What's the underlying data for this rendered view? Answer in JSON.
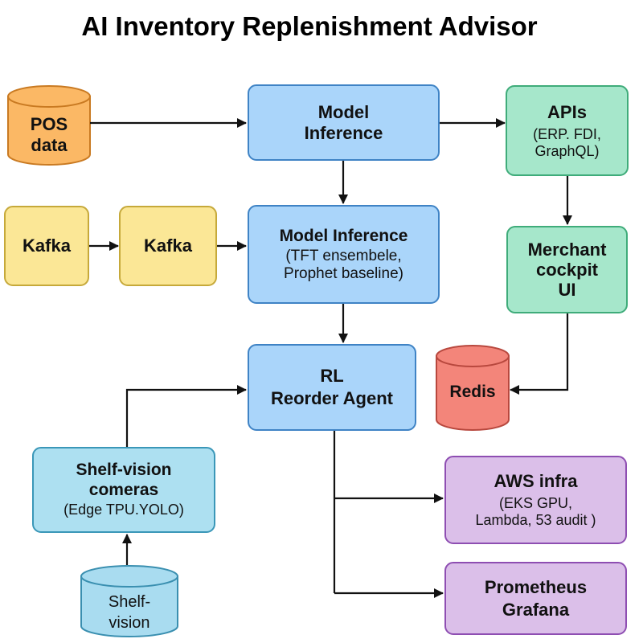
{
  "title": "AI Inventory Replenishment Advisor",
  "nodes": {
    "pos_data": {
      "lines": [
        "POS",
        "data"
      ],
      "color": "#fbb865",
      "stroke": "#c97a22"
    },
    "model_inference_top": {
      "lines": [
        "Model",
        "Inference"
      ]
    },
    "apis": {
      "title": "APIs",
      "lines": [
        "(ERP. FDI,",
        "GraphQL)"
      ]
    },
    "kafka_1": {
      "label": "Kafka"
    },
    "kafka_2": {
      "label": "Kafka"
    },
    "model_inference_mid": {
      "title": "Model Inference",
      "lines": [
        "(TFT ensembele,",
        "Prophet baseline)"
      ]
    },
    "merchant_cockpit": {
      "lines": [
        "Merchant",
        "cockpit",
        "UI"
      ]
    },
    "rl_agent": {
      "lines": [
        "RL",
        "Reorder Agent"
      ]
    },
    "redis": {
      "label": "Redis",
      "color": "#f3857a",
      "stroke": "#b8483e"
    },
    "shelf_vision_cameras": {
      "lines": [
        "Shelf-vision",
        "comeras"
      ],
      "detail": "(Edge TPU.YOLO)"
    },
    "aws_infra": {
      "title": "AWS infra",
      "lines": [
        "(EKS GPU,",
        "Lambda, 53 audit )"
      ]
    },
    "prometheus": {
      "lines": [
        "Prometheus",
        "Grafana"
      ]
    },
    "shelf_vision_store": {
      "lines": [
        "Shelf-",
        "vision"
      ],
      "color": "#a9dcf0",
      "stroke": "#3a8fb0"
    }
  }
}
